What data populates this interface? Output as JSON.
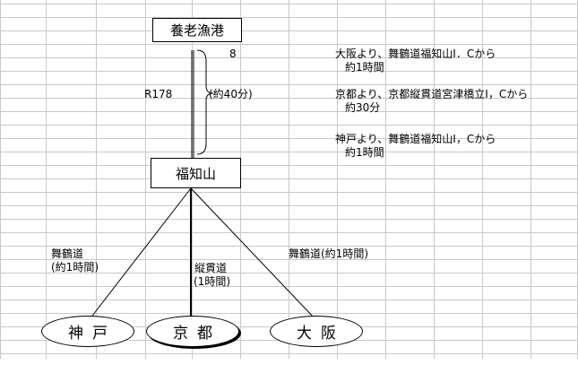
{
  "nodes": {
    "port": "養老漁港",
    "fukuchiyama": "福知山",
    "kobe": "神戸",
    "kyoto": "京都",
    "osaka": "大阪"
  },
  "route_top": {
    "road": "R178",
    "duration": "(約40分)",
    "number": "8"
  },
  "routes": {
    "to_kobe_line1": "舞鶴道",
    "to_kobe_line2": "(約1時間)",
    "to_kyoto_line1": "縦貫道",
    "to_kyoto_line2": "(1時間)",
    "to_osaka": "舞鶴道(約1時間)"
  },
  "notes": [
    {
      "line1": "大阪より、舞鶴道福知山I．Cから",
      "line2": "約1時間"
    },
    {
      "line1": "京都より、京都縦貫道宮津橋立I，Cから",
      "line2": "約30分"
    },
    {
      "line1": "神戸より、舞鶴道福知山I，Cから",
      "line2": "約1時間"
    }
  ],
  "colors": {
    "gridline": "#c8c8c8",
    "ink": "#000000"
  }
}
